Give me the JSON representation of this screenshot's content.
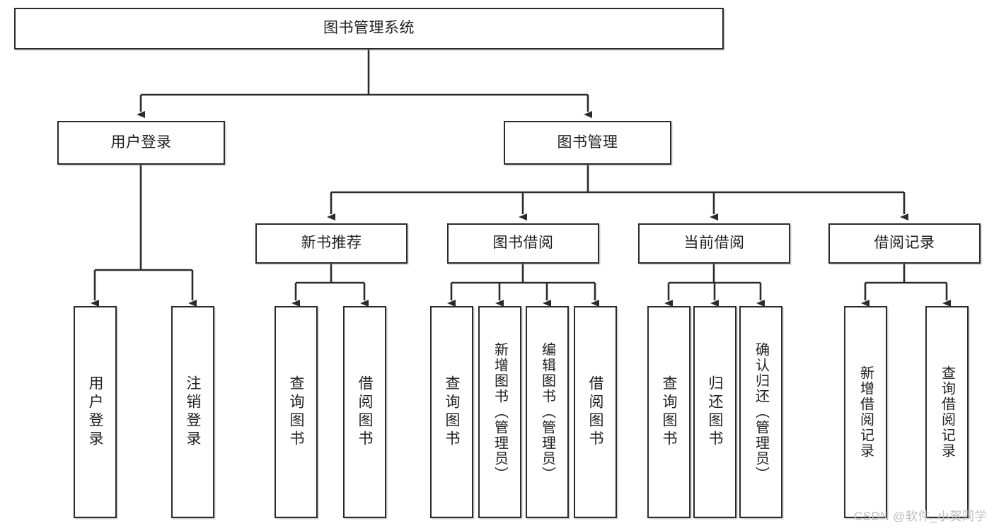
{
  "diagram": {
    "title": "图书管理系统",
    "type": "tree-hierarchy-diagram",
    "colors": {
      "stroke": "#2b2b2b",
      "fill": "#ffffff",
      "text": "#1f1f1f",
      "watermark": "#bdbdbd"
    },
    "nodes": {
      "root": {
        "label": "图书管理系统"
      },
      "level1": [
        {
          "id": "user-login",
          "label": "用户登录"
        },
        {
          "id": "book-management",
          "label": "图书管理"
        }
      ],
      "level2": [
        {
          "id": "new-book-recommend",
          "label": "新书推荐"
        },
        {
          "id": "book-borrow",
          "label": "图书借阅"
        },
        {
          "id": "current-borrow",
          "label": "当前借阅"
        },
        {
          "id": "borrow-record",
          "label": "借阅记录"
        }
      ],
      "leaves": {
        "user-login": [
          {
            "id": "leaf-user-login",
            "label": "用户登录"
          },
          {
            "id": "leaf-logout-login",
            "label": "注销登录"
          }
        ],
        "new-book-recommend": [
          {
            "id": "leaf-query-book-1",
            "label": "查询图书"
          },
          {
            "id": "leaf-borrow-book-1",
            "label": "借阅图书"
          }
        ],
        "book-borrow": [
          {
            "id": "leaf-query-book-2",
            "label": "查询图书"
          },
          {
            "id": "leaf-add-book",
            "label": "新增图书（管理员）"
          },
          {
            "id": "leaf-edit-book",
            "label": "编辑图书（管理员）"
          },
          {
            "id": "leaf-borrow-book-2",
            "label": "借阅图书"
          }
        ],
        "current-borrow": [
          {
            "id": "leaf-query-book-3",
            "label": "查询图书"
          },
          {
            "id": "leaf-return-book",
            "label": "归还图书"
          },
          {
            "id": "leaf-confirm-return",
            "label": "确认归还（管理员）"
          }
        ],
        "borrow-record": [
          {
            "id": "leaf-add-record",
            "label": "新增借阅记录"
          },
          {
            "id": "leaf-query-record",
            "label": "查询借阅记录"
          }
        ]
      }
    }
  },
  "watermark": {
    "text": "CSDN @软件_小贺同学"
  }
}
